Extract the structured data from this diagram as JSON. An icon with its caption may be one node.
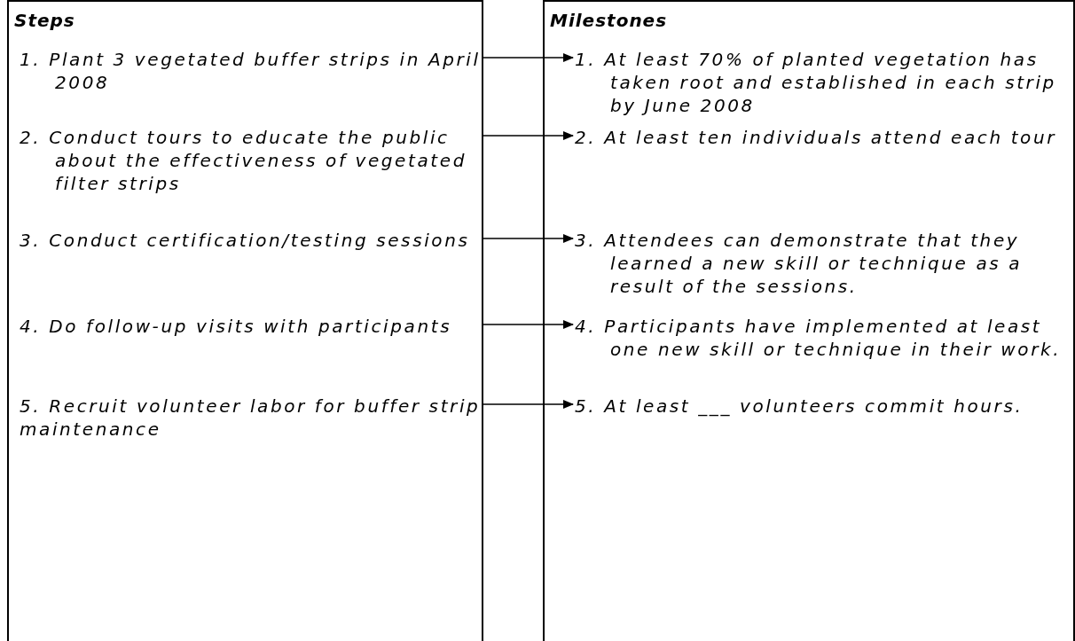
{
  "diagram": {
    "nodes": [
      {
        "text": [
          "Steps"
        ]
      },
      {
        "text": [
          "1. Plant 3 vegetated buffer strips in April 2008"
        ],
        "in": 0
      },
      {
        "text": [
          "2. Conduct tours to educate the public about the effectiveness of vegetated filter strips"
        ],
        "in": 0
      },
      {
        "text": [
          "3. Conduct certification/testing sessions"
        ],
        "in": 0
      },
      {
        "text": [
          "4. Do follow-up visits with participants"
        ],
        "in": 0
      },
      {
        "text": [
          "5. Recruit volunteer labor for buffer strip maintenance"
        ],
        "in": 0
      },
      {
        "text": [
          "Milestones"
        ]
      },
      {
        "text": [
          "1. At least 70% of planted vegetation has taken root and established in each strip by June 2008"
        ],
        "in": 6
      },
      {
        "text": [
          "2. At least ten individuals attend each tour"
        ],
        "in": 6
      },
      {
        "text": [
          "3. Attendees can demonstrate that they learned a new skill or technique as a result of the sessions."
        ],
        "in": 6
      },
      {
        "text": [
          "4. Participants have implemented at least one new skill or technique in their work."
        ],
        "in": 6
      },
      {
        "text": [
          "5. At least ___ volunteers commit hours."
        ],
        "in": 6
      }
    ],
    "edges": [
      {
        "from": 1,
        "to": 7,
        "arrow": "to"
      },
      {
        "from": 2,
        "to": 8,
        "arrow": "to"
      },
      {
        "from": 3,
        "to": 9,
        "arrow": "to"
      },
      {
        "from": 4,
        "to": 10,
        "arrow": "to"
      },
      {
        "from": 5,
        "to": 11,
        "arrow": "to"
      }
    ]
  }
}
